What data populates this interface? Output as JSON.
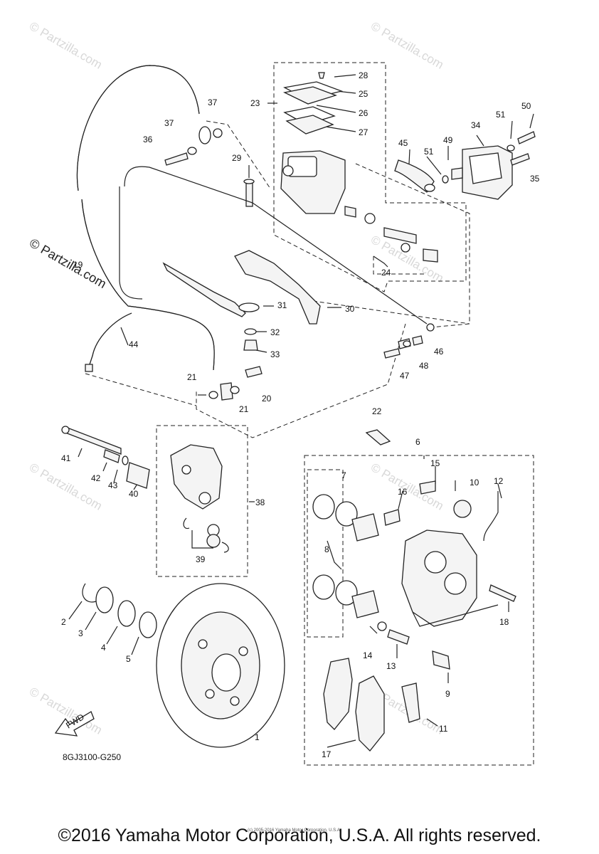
{
  "watermark": {
    "text": "© Partzilla.com",
    "side_text": "© Partzilla.com"
  },
  "diagram_code": "8GJ3100-G250",
  "fwd_label": "FWD",
  "small_copyright": "(c) 2005-2016 Yamaha Motor Corporation, U.S.A.",
  "copyright": "©2016 Yamaha Motor Corporation, U.S.A. All rights reserved.",
  "callouts": {
    "p1": "1",
    "p2": "2",
    "p3": "3",
    "p4": "4",
    "p5": "5",
    "p6": "6",
    "p7": "7",
    "p8": "8",
    "p9": "9",
    "p10": "10",
    "p11": "11",
    "p12": "12",
    "p13": "13",
    "p14": "14",
    "p15": "15",
    "p16": "16",
    "p17": "17",
    "p18": "18",
    "p19": "19",
    "p20": "20",
    "p21a": "21",
    "p21b": "21",
    "p22": "22",
    "p23": "23",
    "p24": "24",
    "p25": "25",
    "p26": "26",
    "p27": "27",
    "p28": "28",
    "p29": "29",
    "p30": "30",
    "p31": "31",
    "p32": "32",
    "p33": "33",
    "p34": "34",
    "p35": "35",
    "p36": "36",
    "p37a": "37",
    "p37b": "37",
    "p38": "38",
    "p39": "39",
    "p40": "40",
    "p41": "41",
    "p42": "42",
    "p43": "43",
    "p44": "44",
    "p45": "45",
    "p46": "46",
    "p47": "47",
    "p48": "48",
    "p49": "49",
    "p50": "50",
    "p51a": "51",
    "p51b": "51"
  }
}
